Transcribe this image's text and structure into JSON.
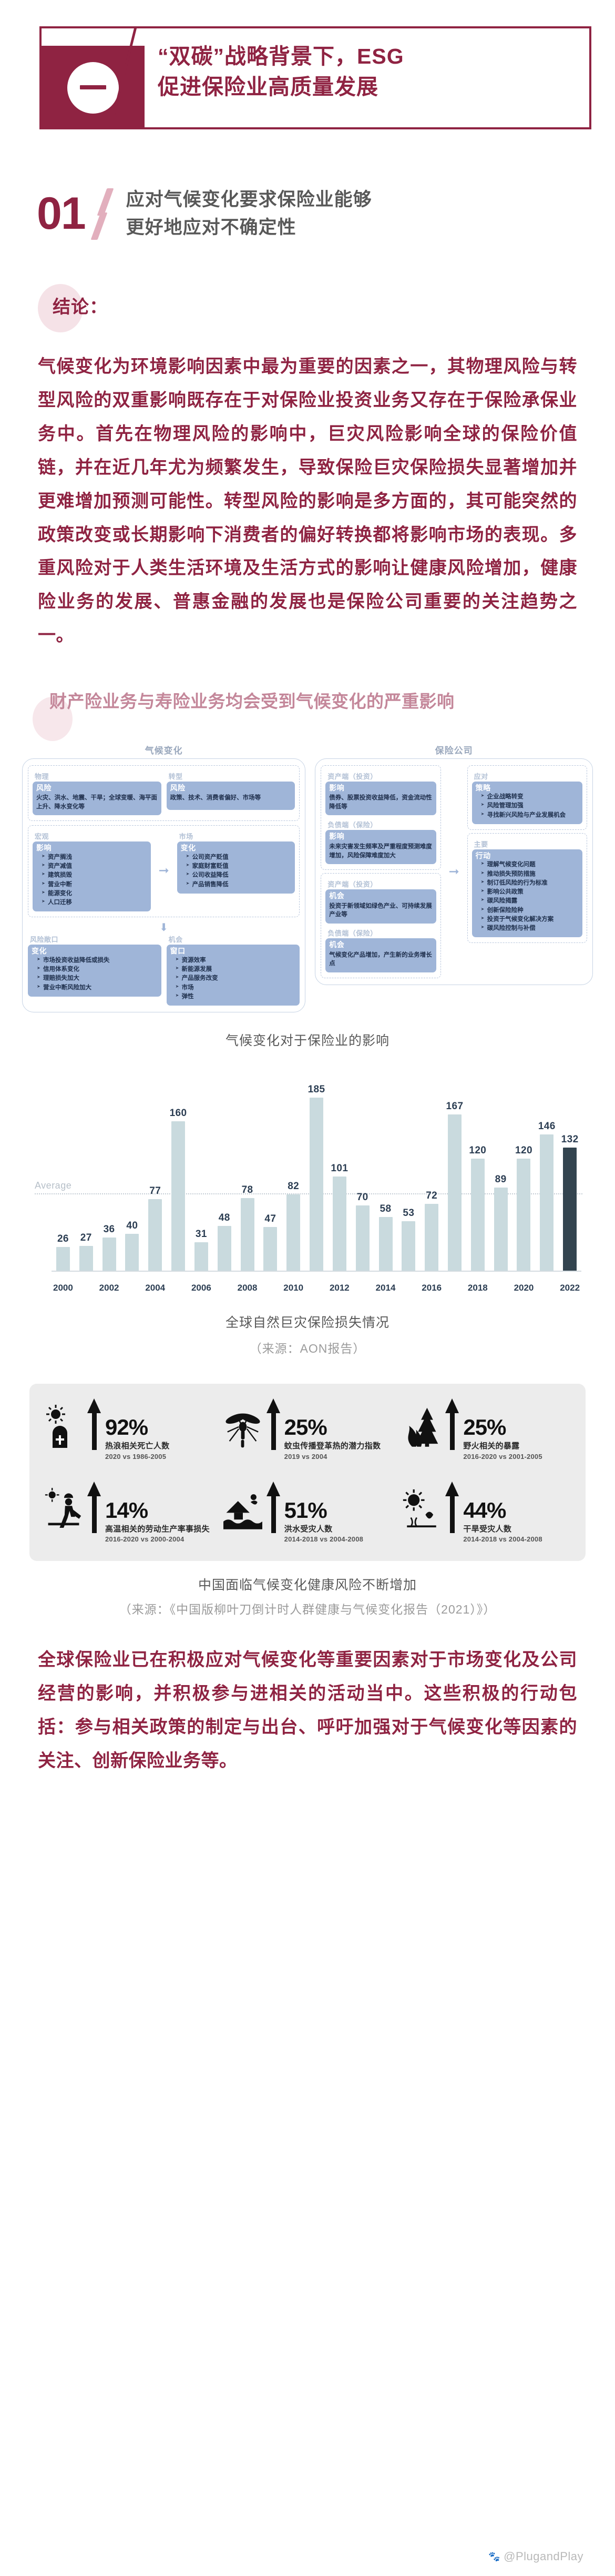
{
  "header": {
    "title_line1": "“双碳”战略背景下，ESG",
    "title_line2": "促进保险业高质量发展",
    "accent_color": "#8f2342"
  },
  "section": {
    "number": "01",
    "title_line1": "应对气候变化要求保险业能够",
    "title_line2": "更好地应对不确定性"
  },
  "conclusion": {
    "label": "结论：",
    "body": "气候变化为环境影响因素中最为重要的因素之一，其物理风险与转型风险的双重影响既存在于对保险业投资业务又存在于保险承保业务中。首先在物理风险的影响中，巨灾风险影响全球的保险价值链，并在近几年尤为频繁发生，导致保险巨灾保险损失显著增加并更难增加预测可能性。转型风险的影响是多方面的，其可能突然的政策改变或长期影响下消费者的偏好转换都将影响市场的表现。多重风险对于人类生活环境及生活方式的影响让健康风险增加，健康险业务的发展、普惠金融的发展也是保险公司重要的关注趋势之一。"
  },
  "subheading": "财产险业务与寿险业务均会受到气候变化的严重影响",
  "diagram": {
    "left_group_title": "气候变化",
    "right_group_title": "保险公司",
    "caption": "气候变化对于保险业的影响",
    "left": {
      "row1": [
        {
          "label": "物理",
          "title": "风险",
          "body": "火灾、洪水、地震、干旱；全球变暖、海平面上升、降水变化等"
        },
        {
          "label": "转型",
          "title": "风险",
          "body": "政策、技术、消费者偏好、市场等"
        }
      ],
      "row2": [
        {
          "label": "宏观",
          "title": "影响",
          "items": [
            "资产搁浅",
            "资产减值",
            "建筑损毁",
            "营业中断",
            "能源变化",
            "人口迁移"
          ]
        },
        {
          "label": "市场",
          "title": "变化",
          "items": [
            "公司资产贬值",
            "家庭财富贬值",
            "公司收益降低",
            "产品销售降低"
          ]
        }
      ],
      "row3": [
        {
          "label": "风险敞口",
          "title": "变化",
          "items": [
            "市场投资收益降低或损失",
            "信用体系变化",
            "理赔损失加大",
            "营业中断风险加大"
          ]
        },
        {
          "label": "机会",
          "title": "窗口",
          "items": [
            "资源效率",
            "新能源发展",
            "产品服务改变",
            "市场",
            "弹性"
          ]
        }
      ]
    },
    "right": {
      "col_left": [
        {
          "label": "资产端（投资）",
          "title": "影响",
          "body": "债券、股票投资收益降低，资金流动性降低等"
        },
        {
          "label": "负债端（保险）",
          "title": "影响",
          "body": "未来灾害发生频率及严重程度预测难度增加，风险保障难度加大"
        },
        {
          "label": "资产端（投资）",
          "title": "机会",
          "body": "投资于新领域如绿色产业、可持续发展产业等"
        },
        {
          "label": "负债端（保险）",
          "title": "机会",
          "body": "气候变化产品增加，产生新的业务增长点"
        }
      ],
      "col_right": [
        {
          "label": "应对",
          "title": "策略",
          "items": [
            "企业战略转变",
            "风险管理加强",
            "寻找新兴风险与产业发展机会"
          ]
        },
        {
          "label": "主要",
          "title": "行动",
          "items": [
            "理解气候变化问题",
            "推动损失预防措施",
            "制订低风险的行为标准",
            "影响公共政策",
            "碳风险揭露",
            "创新保险险种",
            "投资于气候变化解决方案",
            "碳风险控制与补偿"
          ]
        }
      ]
    }
  },
  "chart_data": {
    "type": "bar",
    "title": "全球自然巨灾保险损失情况",
    "source": "（来源：AON报告）",
    "xlabel": "",
    "ylabel": "",
    "ylim": [
      0,
      200
    ],
    "grid": false,
    "average_label": "Average",
    "average_value": 82,
    "highlight_category": "2022",
    "highlight_color": "#33444f",
    "bar_color": "#c9dade",
    "categories": [
      "2000",
      "2001",
      "2002",
      "2003",
      "2004",
      "2005",
      "2006",
      "2007",
      "2008",
      "2009",
      "2010",
      "2011",
      "2012",
      "2013",
      "2014",
      "2015",
      "2016",
      "2017",
      "2018",
      "2019",
      "2020",
      "2021",
      "2022"
    ],
    "values": [
      26,
      27,
      36,
      40,
      77,
      160,
      31,
      48,
      78,
      47,
      82,
      185,
      101,
      70,
      58,
      53,
      72,
      167,
      120,
      89,
      120,
      146,
      132
    ],
    "tick_labels": [
      "2000",
      "",
      "2002",
      "",
      "2004",
      "",
      "2006",
      "",
      "2008",
      "",
      "2010",
      "",
      "2012",
      "",
      "2014",
      "",
      "2016",
      "",
      "2018",
      "",
      "2020",
      "",
      "2022"
    ]
  },
  "infographic": {
    "caption": "中国面临气候变化健康风险不断增加",
    "source": "（来源：《中国版柳叶刀倒计时人群健康与气候变化报告（2021）》）",
    "items": [
      {
        "icon": "sun-tombstone-icon",
        "pct": "92%",
        "label": "热浪相关死亡人数",
        "years": "2020 vs 1986-2005"
      },
      {
        "icon": "mosquito-icon",
        "pct": "25%",
        "label": "蚊虫传播登革热的潜力指数",
        "years": "2019 vs 2004"
      },
      {
        "icon": "wildfire-tree-icon",
        "pct": "25%",
        "label": "野火相关的暴露",
        "years": "2016-2020 vs 2001-2005"
      },
      {
        "icon": "worker-heat-icon",
        "pct": "14%",
        "label": "高温相关的劳动生产率事损失",
        "years": "2016-2020 vs 2000-2004"
      },
      {
        "icon": "flood-icon",
        "pct": "51%",
        "label": "洪水受灾人数",
        "years": "2014-2018 vs 2004-2008"
      },
      {
        "icon": "drought-icon",
        "pct": "44%",
        "label": "干旱受灾人数",
        "years": "2014-2018 vs 2004-2008"
      }
    ]
  },
  "closing": {
    "body": "全球保险业已在积极应对气候变化等重要因素对于市场变化及公司经营的影响，并积极参与进相关的活动当中。这些积极的行动包括：参与相关政策的制定与出台、呼吁加强对于气候变化等因素的关注、创新保险业务等。"
  },
  "watermark": "@PlugandPlay"
}
